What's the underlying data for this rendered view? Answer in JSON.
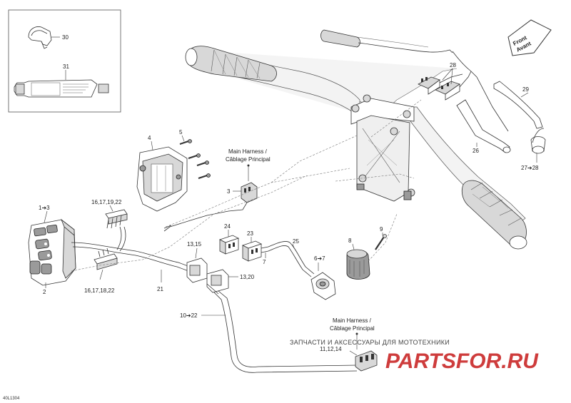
{
  "callouts": {
    "c30": "30",
    "c31": "31",
    "c4": "4",
    "c5": "5",
    "c3": "3",
    "c1_3": "1➔3",
    "c2": "2",
    "c16_17_19_22": "16,17,19,22",
    "c16_17_18_22": "16,17,18,22",
    "c21": "21",
    "c24": "24",
    "c23": "23",
    "c7": "7",
    "c25": "25",
    "c13_15": "13,15",
    "c13_20": "13,20",
    "c10_22": "10➔22",
    "c6_7": "6➔7",
    "c8": "8",
    "c9": "9",
    "c28": "28",
    "c29": "29",
    "c26": "26",
    "c27_28": "27➔28",
    "c11_12_14": "11,12,14"
  },
  "harness_notes": {
    "top_line1": "Main Harness /",
    "top_line2": "Câblage Principal",
    "bottom_line1": "Main Harness /",
    "bottom_line2": "Câblage Principal"
  },
  "direction_badge": {
    "line1": "Front",
    "line2": "Avant"
  },
  "figure_code": "40L1304",
  "watermark": {
    "caption": "ЗАПЧАСТИ И АКСЕССУАРЫ ДЛЯ МОТОТЕХНИКИ",
    "logo": "PARTSFOR.RU",
    "color": "#c61a1a"
  },
  "colors": {
    "line": "#333333",
    "inset_border": "#555555",
    "fill_light": "#d8d8d8",
    "fill_dark": "#9a9a9a"
  }
}
